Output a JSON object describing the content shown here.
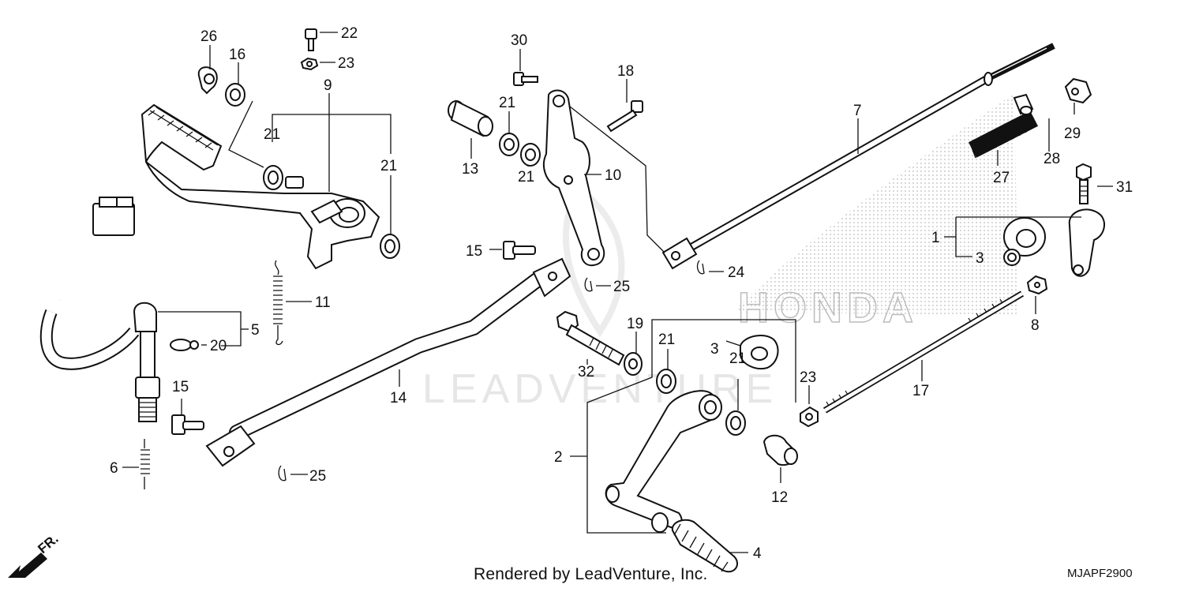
{
  "diagram": {
    "code": "MJAPF2900",
    "credit": "Rendered by LeadVenture, Inc.",
    "watermark_brand": "HONDA",
    "watermark_text": "LEADVENTURE",
    "direction_label": "FR."
  },
  "callouts": [
    {
      "id": "c26",
      "label": "26"
    },
    {
      "id": "c16",
      "label": "16"
    },
    {
      "id": "c22",
      "label": "22"
    },
    {
      "id": "c23a",
      "label": "23"
    },
    {
      "id": "c9",
      "label": "9"
    },
    {
      "id": "c21a",
      "label": "21"
    },
    {
      "id": "c21b",
      "label": "21"
    },
    {
      "id": "c30",
      "label": "30"
    },
    {
      "id": "c21c",
      "label": "21"
    },
    {
      "id": "c13",
      "label": "13"
    },
    {
      "id": "c21d",
      "label": "21"
    },
    {
      "id": "c10",
      "label": "10"
    },
    {
      "id": "c18",
      "label": "18"
    },
    {
      "id": "c7",
      "label": "7"
    },
    {
      "id": "c29",
      "label": "29"
    },
    {
      "id": "c28",
      "label": "28"
    },
    {
      "id": "c27",
      "label": "27"
    },
    {
      "id": "c31",
      "label": "31"
    },
    {
      "id": "c1",
      "label": "1"
    },
    {
      "id": "c3a",
      "label": "3"
    },
    {
      "id": "c8",
      "label": "8"
    },
    {
      "id": "c15a",
      "label": "15"
    },
    {
      "id": "c25a",
      "label": "25"
    },
    {
      "id": "c24",
      "label": "24"
    },
    {
      "id": "c11",
      "label": "11"
    },
    {
      "id": "c5",
      "label": "5"
    },
    {
      "id": "c20",
      "label": "20"
    },
    {
      "id": "c19",
      "label": "19"
    },
    {
      "id": "c21e",
      "label": "21"
    },
    {
      "id": "c3b",
      "label": "3"
    },
    {
      "id": "c32",
      "label": "32"
    },
    {
      "id": "c21f",
      "label": "21"
    },
    {
      "id": "c23b",
      "label": "23"
    },
    {
      "id": "c17",
      "label": "17"
    },
    {
      "id": "c14",
      "label": "14"
    },
    {
      "id": "c15b",
      "label": "15"
    },
    {
      "id": "c6",
      "label": "6"
    },
    {
      "id": "c25b",
      "label": "25"
    },
    {
      "id": "c2",
      "label": "2"
    },
    {
      "id": "c12",
      "label": "12"
    },
    {
      "id": "c4",
      "label": "4"
    }
  ]
}
